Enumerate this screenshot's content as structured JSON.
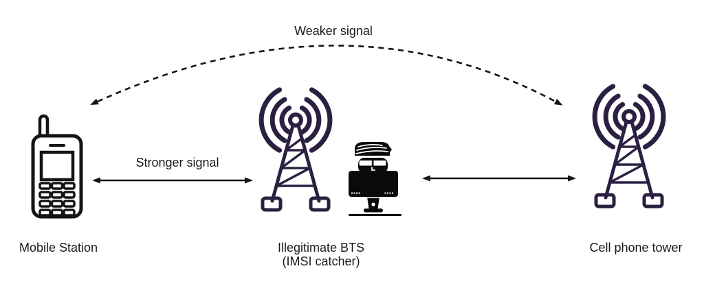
{
  "diagram": {
    "type": "imsi-catcher-attack-diagram",
    "nodes": {
      "mobile_station": {
        "label": "Mobile Station",
        "icon": "mobile-phone-icon"
      },
      "illegitimate_bts": {
        "label": "Illegitimate BTS",
        "sublabel": "(IMSI catcher)",
        "icons": [
          "cell-tower-icon",
          "hacker-at-computer-icon"
        ]
      },
      "cell_phone_tower": {
        "label": "Cell phone tower",
        "icon": "cell-tower-icon"
      }
    },
    "connections": {
      "weaker": {
        "label": "Weaker signal",
        "from": "cell_phone_tower",
        "to": "mobile_station",
        "style": "dashed-curved",
        "bidirectional": true
      },
      "stronger": {
        "label": "Stronger signal",
        "from": "mobile_station",
        "to": "illegitimate_bts",
        "style": "solid",
        "bidirectional": true
      },
      "backhaul": {
        "label": "",
        "from": "illegitimate_bts",
        "to": "cell_phone_tower",
        "style": "solid",
        "bidirectional": true
      }
    },
    "colors": {
      "tower": "#2b2042",
      "ink": "#141414",
      "text": "#1a1a1a",
      "background": "#ffffff"
    }
  }
}
